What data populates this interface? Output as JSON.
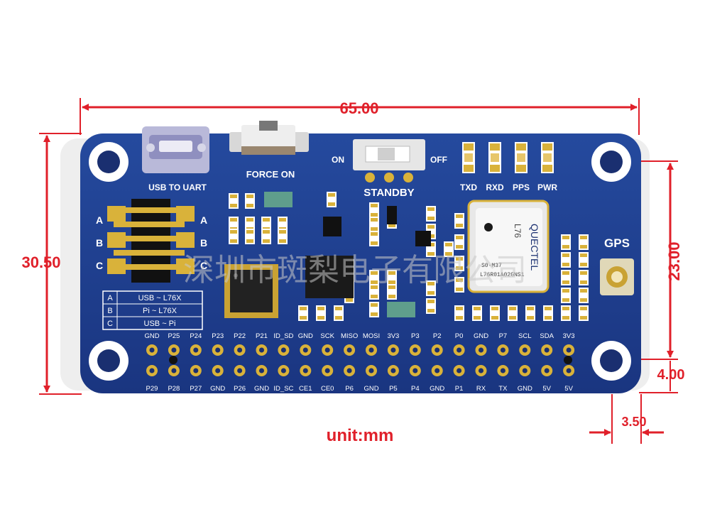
{
  "dimensions": {
    "width": "65.00",
    "height": "30.50",
    "hole_spacing": "23.00",
    "hole_offset_y": "4.00",
    "hole_offset_x": "3.50",
    "unit_label": "unit:mm"
  },
  "board": {
    "usb_label": "USB TO UART",
    "force_on_label": "FORCE ON",
    "standby_label": "STANDBY",
    "switch_on": "ON",
    "switch_off": "OFF",
    "leds": [
      "TXD",
      "RXD",
      "PPS",
      "PWR"
    ],
    "gps_label": "GPS",
    "jumper_rows": [
      "A",
      "B",
      "C"
    ],
    "jumper_table": [
      {
        "key": "A",
        "value": "USB ~ L76X"
      },
      {
        "key": "B",
        "value": "Pi ~ L76X"
      },
      {
        "key": "C",
        "value": "USB ~ Pi"
      }
    ],
    "module": {
      "brand": "QUECTEL",
      "model": "L76",
      "line1": "S0-M37",
      "line2": "L76R01A02GNS1"
    },
    "header_top": [
      "GND",
      "P25",
      "P24",
      "P23",
      "P22",
      "P21",
      "ID_SD",
      "GND",
      "SCK",
      "MISO",
      "MOSI",
      "3V3",
      "P3",
      "P2",
      "P0",
      "GND",
      "P7",
      "SCL",
      "SDA",
      "3V3"
    ],
    "header_bottom": [
      "P29",
      "P28",
      "P27",
      "GND",
      "P26",
      "GND",
      "ID_SC",
      "CE1",
      "CE0",
      "P6",
      "GND",
      "P5",
      "P4",
      "GND",
      "P1",
      "RX",
      "TX",
      "GND",
      "5V",
      "5V"
    ]
  },
  "watermark": "深圳市斑梨电子有限公司",
  "colors": {
    "pcb": "#1f3d8c",
    "dimension": "#e0202a",
    "gold": "#d9b23a"
  }
}
